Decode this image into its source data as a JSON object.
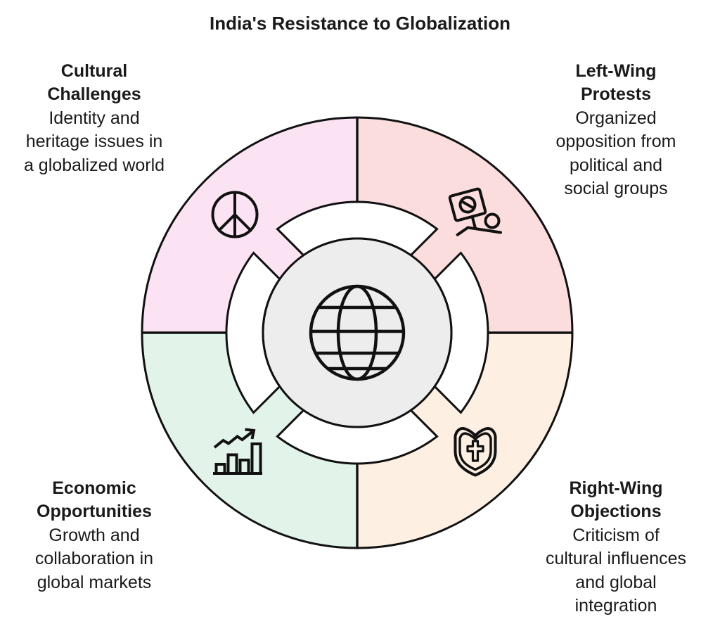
{
  "title": "India's Resistance to Globalization",
  "colors": {
    "line": "#111111",
    "background": "#ffffff",
    "center_gray": "#ededed",
    "pink": "#fce3f3",
    "rose": "#fbdddd",
    "mint": "#e2f3ea",
    "peach": "#fdf0e2"
  },
  "center": {
    "icon": "globe-icon",
    "color": "#ededed"
  },
  "quadrants": [
    {
      "position": "top-left",
      "color": "#fce3f3",
      "icon": "peace-icon",
      "title": "Cultural Challenges",
      "title_lines": [
        "Cultural",
        "Challenges"
      ],
      "description": "Identity and heritage issues in a globalized world",
      "desc_lines": [
        "Identity and",
        "heritage issues in",
        "a globalized world"
      ]
    },
    {
      "position": "top-right",
      "color": "#fbdddd",
      "icon": "protest-sign-icon",
      "title": "Left-Wing Protests",
      "title_lines": [
        "Left-Wing",
        "Protests"
      ],
      "description": "Organized opposition from political and social groups",
      "desc_lines": [
        "Organized",
        "opposition from",
        "political and",
        "social groups"
      ]
    },
    {
      "position": "bottom-left",
      "color": "#e2f3ea",
      "icon": "growth-chart-icon",
      "title": "Economic Opportunities",
      "title_lines": [
        "Economic",
        "Opportunities"
      ],
      "description": "Growth and collaboration in global markets",
      "desc_lines": [
        "Growth and",
        "collaboration in",
        "global markets"
      ]
    },
    {
      "position": "bottom-right",
      "color": "#fdf0e2",
      "icon": "shield-cross-icon",
      "title": "Right-Wing Objections",
      "title_lines": [
        "Right-Wing",
        "Objections"
      ],
      "description": "Criticism of cultural influences and global integration",
      "desc_lines": [
        "Criticism of",
        "cultural influences",
        "and global",
        "integration"
      ]
    }
  ]
}
